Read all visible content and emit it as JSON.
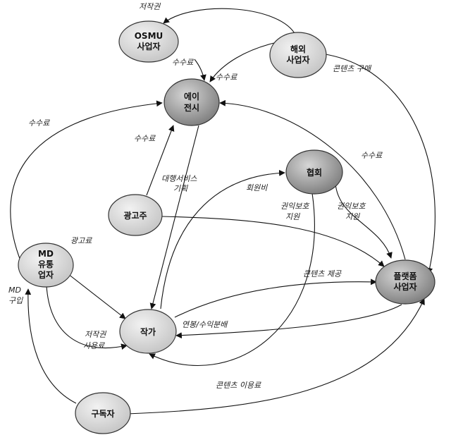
{
  "colors": {
    "light_node": "#d4d4d4",
    "dark_node": "#9a9a9a",
    "line": "#111111",
    "text": "#111111"
  },
  "nodes": {
    "osmu": [
      "OSMU",
      "사업자"
    ],
    "overseas": [
      "해외",
      "사업자"
    ],
    "agency": [
      "에이",
      "전시"
    ],
    "association": [
      "협회"
    ],
    "advertiser": [
      "광고주"
    ],
    "md": [
      "MD",
      "유통",
      "업자"
    ],
    "writer": [
      "작가"
    ],
    "platform": [
      "플랫폼",
      "사업자"
    ],
    "subscriber": [
      "구독자"
    ]
  },
  "edges": {
    "copyright_top": "저작권",
    "fee_osmu": "수수료",
    "fee_overseas": "수수료",
    "content_purchase": "콘텐츠 구매",
    "fee_md": "수수료",
    "fee_advertiser": "수수료",
    "fee_platform": "수수료",
    "agency_service": [
      "대행서비스",
      "기획"
    ],
    "membership_fee": "회원비",
    "rights_a": [
      "권익보호",
      "지원"
    ],
    "rights_b": [
      "권익보호",
      "지원"
    ],
    "ad_fee": "광고료",
    "md_purchase": [
      "MD",
      "구입"
    ],
    "content_provision": "콘텐츠 제공",
    "royalty": [
      "저작권",
      "사용료"
    ],
    "salary": "연봉/수익분배",
    "content_usage": "콘텐츠 이용료"
  }
}
